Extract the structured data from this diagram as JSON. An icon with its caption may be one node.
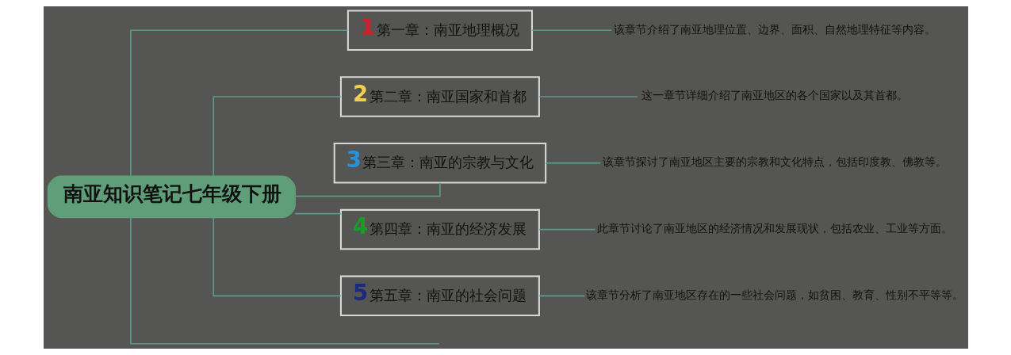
{
  "diagram": {
    "nodes": [
      {
        "text": [
          "南亚知识笔记七年级下册"
        ]
      },
      {
        "text": [
          "1",
          "第一章：南亚地理概况"
        ]
      },
      {
        "text": [
          "2",
          "第二章：南亚国家和首都"
        ]
      },
      {
        "text": [
          "3",
          "第三章：南亚的宗教与文化"
        ]
      },
      {
        "text": [
          "4",
          "第四章：南亚的经济发展"
        ]
      },
      {
        "text": [
          "5",
          "第五章：南亚的社会问题"
        ]
      },
      {
        "text": [
          "该章节介绍了南亚地理位置、边界、面积、自然地理特征等内容。"
        ]
      },
      {
        "text": [
          "这一章节详细介绍了南亚地区的各个国家以及其首都。"
        ]
      },
      {
        "text": [
          "该章节探讨了南亚地区主要的宗教和文化特点，包括印度教、佛教等。"
        ]
      },
      {
        "text": [
          "此章节讨论了南亚地区的经济情况和发展现状，包括农业、工业等方面。"
        ]
      },
      {
        "text": [
          "该章节分析了南亚地区存在的一些社会问题，如贫困、教育、性别不平等等。"
        ]
      }
    ],
    "edges": [
      {
        "from": 0,
        "to": 1,
        "arrow": "none"
      },
      {
        "from": 0,
        "to": 2,
        "arrow": "none"
      },
      {
        "from": 0,
        "to": 3,
        "arrow": "none"
      },
      {
        "from": 0,
        "to": 4,
        "arrow": "none"
      },
      {
        "from": 0,
        "to": 5,
        "arrow": "none"
      },
      {
        "from": 0,
        "to": null,
        "arrow": "none"
      },
      {
        "from": 1,
        "to": 6,
        "arrow": "none"
      },
      {
        "from": 2,
        "to": 7,
        "arrow": "none"
      },
      {
        "from": 3,
        "to": 8,
        "arrow": "none"
      },
      {
        "from": 4,
        "to": 9,
        "arrow": "none"
      },
      {
        "from": 5,
        "to": 10,
        "arrow": "none"
      }
    ]
  }
}
